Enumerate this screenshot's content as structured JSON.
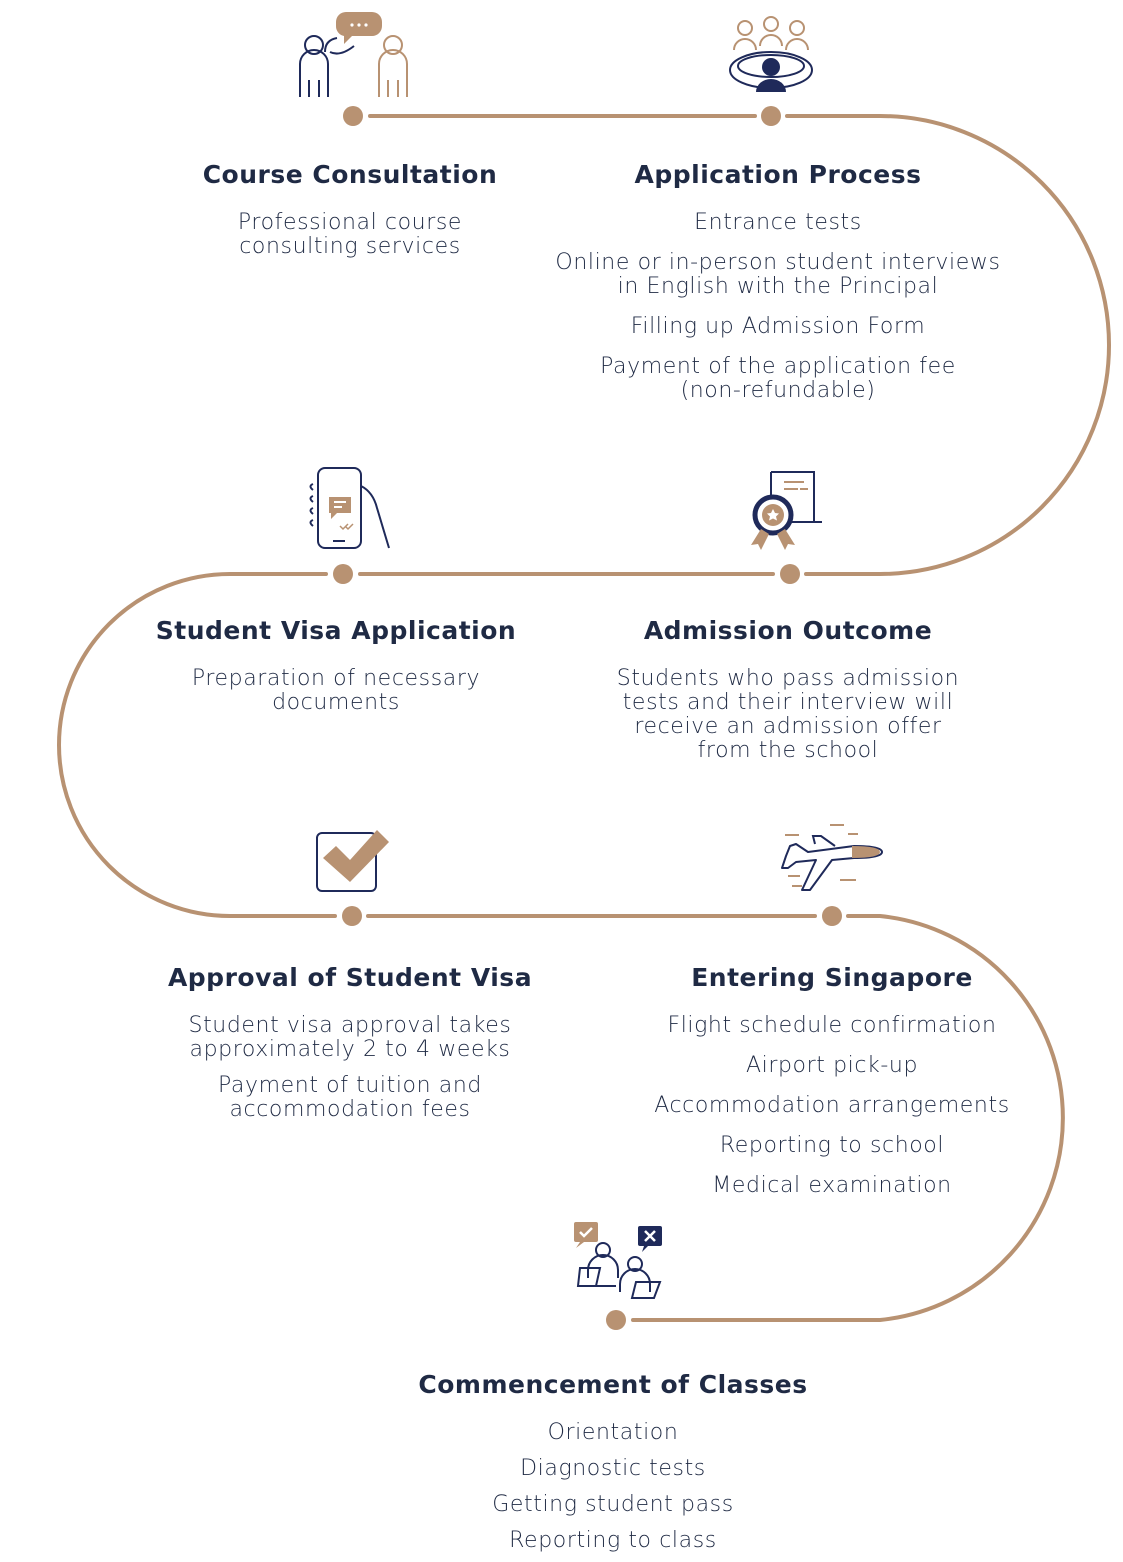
{
  "colors": {
    "path": "#b89272",
    "navy": "#1f2a5a",
    "accent": "#b89272"
  },
  "steps": [
    {
      "id": "course-consultation",
      "title": "Course Consultation",
      "icon": "consultation-people-icon",
      "items": [
        "Professional course\nconsulting services"
      ]
    },
    {
      "id": "application-process",
      "title": "Application Process",
      "icon": "group-interview-icon",
      "items": [
        "Entrance tests",
        "Online or in-person student interviews\nin English with the Principal",
        "Filling up Admission Form",
        "Payment of the application fee\n(non-refundable)"
      ]
    },
    {
      "id": "student-visa-application",
      "title": "Student Visa Application",
      "icon": "phone-message-icon",
      "items": [
        "Preparation of necessary\ndocuments"
      ]
    },
    {
      "id": "admission-outcome",
      "title": "Admission Outcome",
      "icon": "certificate-icon",
      "items": [
        "Students who pass admission\ntests and their interview will\nreceive an admission offer\nfrom the school"
      ]
    },
    {
      "id": "approval-of-student-visa",
      "title": "Approval of Student Visa",
      "icon": "checkbox-icon",
      "items": [
        "Student visa approval takes\napproximately 2 to 4 weeks",
        "Payment of tuition and\naccommodation fees"
      ]
    },
    {
      "id": "entering-singapore",
      "title": "Entering Singapore",
      "icon": "airplane-icon",
      "items": [
        "Flight schedule confirmation",
        "Airport pick-up",
        "Accommodation arrangements",
        "Reporting to school",
        "Medical examination"
      ]
    },
    {
      "id": "commencement-of-classes",
      "title": "Commencement of Classes",
      "icon": "students-laptops-icon",
      "items": [
        "Orientation",
        "Diagnostic tests",
        "Getting student pass",
        "Reporting to class"
      ]
    }
  ]
}
